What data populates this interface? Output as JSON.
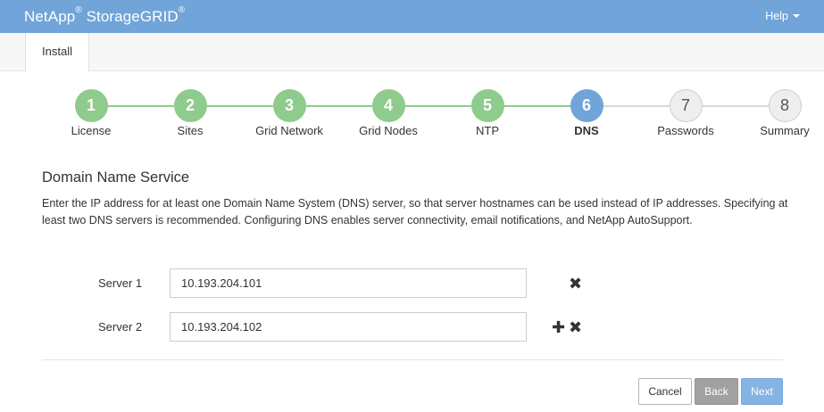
{
  "header": {
    "brand_name": "NetApp",
    "brand_product": "StorageGRID",
    "registered_mark": "®",
    "help_label": "Help"
  },
  "tabs": [
    {
      "label": "Install"
    }
  ],
  "stepper": {
    "current_step": 6,
    "steps": [
      {
        "number": "1",
        "label": "License",
        "state": "done"
      },
      {
        "number": "2",
        "label": "Sites",
        "state": "done"
      },
      {
        "number": "3",
        "label": "Grid Network",
        "state": "done"
      },
      {
        "number": "4",
        "label": "Grid Nodes",
        "state": "done"
      },
      {
        "number": "5",
        "label": "NTP",
        "state": "done"
      },
      {
        "number": "6",
        "label": "DNS",
        "state": "active"
      },
      {
        "number": "7",
        "label": "Passwords",
        "state": "todo"
      },
      {
        "number": "8",
        "label": "Summary",
        "state": "todo"
      }
    ]
  },
  "content": {
    "title": "Domain Name Service",
    "description": "Enter the IP address for at least one Domain Name System (DNS) server, so that server hostnames can be used instead of IP addresses. Specifying at least two DNS servers is recommended. Configuring DNS enables server connectivity, email notifications, and NetApp AutoSupport."
  },
  "servers": [
    {
      "label": "Server 1",
      "value": "10.193.204.101",
      "icons": [
        "remove-icon"
      ]
    },
    {
      "label": "Server 2",
      "value": "10.193.204.102",
      "icons": [
        "add-icon",
        "remove-icon"
      ]
    }
  ],
  "icons": {
    "add": "✚",
    "remove": "✖"
  },
  "actions": {
    "cancel_label": "Cancel",
    "back_label": "Back",
    "next_label": "Next"
  },
  "colors": {
    "header": "#71a4d8",
    "step_done": "#8fcb8c",
    "step_active": "#6fa5d9",
    "step_todo": "#eeeeee",
    "back_button": "#a1a1a1",
    "next_button": "#85b3e2"
  }
}
